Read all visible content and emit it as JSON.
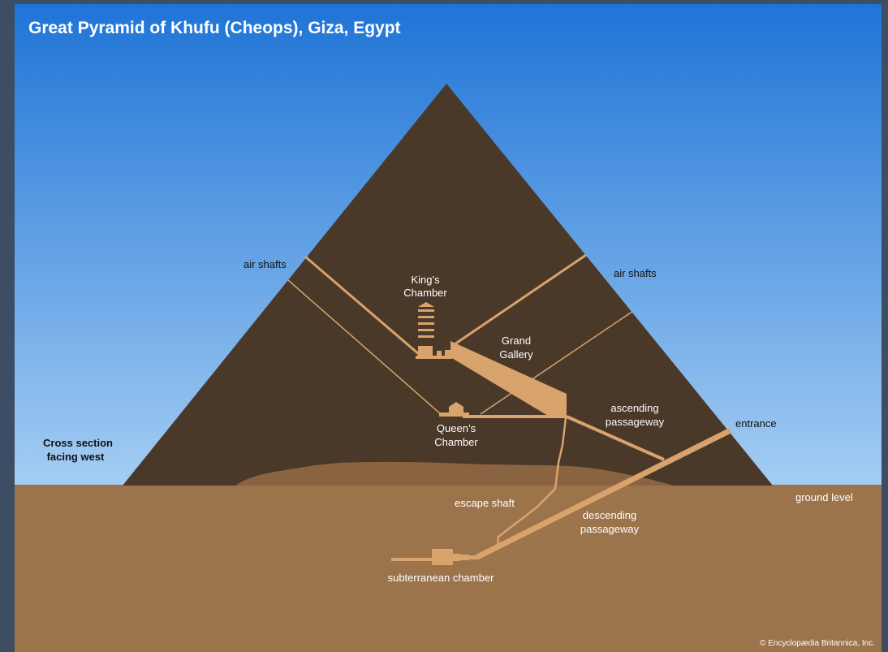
{
  "title": "Great Pyramid of Khufu (Cheops), Giza, Egypt",
  "labels": {
    "air_shafts_left": "air shafts",
    "air_shafts_right": "air shafts",
    "kings_chamber_1": "King’s",
    "kings_chamber_2": "Chamber",
    "grand_gallery_1": "Grand",
    "grand_gallery_2": "Gallery",
    "ascending_1": "ascending",
    "ascending_2": "passageway",
    "entrance": "entrance",
    "queens_chamber_1": "Queen’s",
    "queens_chamber_2": "Chamber",
    "cross_section_1": "Cross section",
    "cross_section_2": "facing west",
    "ground_level": "ground level",
    "escape_shaft": "escape shaft",
    "descending_1": "descending",
    "descending_2": "passageway",
    "subterranean": "subterranean chamber"
  },
  "credit": "© Encyclopædia Britannica, Inc.",
  "colors": {
    "sky_top": "#1f74d6",
    "sky_bottom": "#a4cdf3",
    "pyramid": "#4a3829",
    "ground": "#9c744c",
    "mound": "#8a6441",
    "passage": "#d8a36c"
  }
}
